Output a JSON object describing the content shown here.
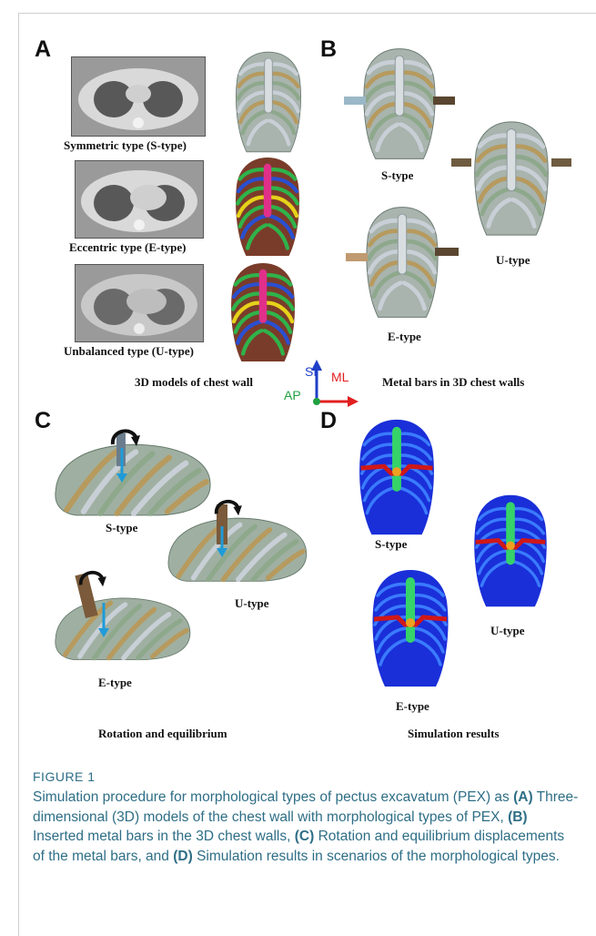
{
  "panels": {
    "A": {
      "letter": "A",
      "types": [
        "Symmetric type (S-type)",
        "Eccentric type (E-type)",
        "Unbalanced type (U-type)"
      ],
      "footer": "3D models of chest wall"
    },
    "B": {
      "letter": "B",
      "labels": {
        "s": "S-type",
        "u": "U-type",
        "e": "E-type"
      },
      "footer": "Metal bars in 3D chest walls"
    },
    "C": {
      "letter": "C",
      "labels": {
        "s": "S-type",
        "u": "U-type",
        "e": "E-type"
      },
      "footer": "Rotation and equilibrium"
    },
    "D": {
      "letter": "D",
      "labels": {
        "s": "S-type",
        "u": "U-type",
        "e": "E-type"
      },
      "footer": "Simulation results"
    }
  },
  "axes": {
    "si": "SI",
    "ml": "ML",
    "ap": "AP",
    "colors": {
      "si": "#1f3fc8",
      "ml": "#e02020",
      "ap": "#20a040"
    }
  },
  "caption": {
    "head": "FIGURE 1",
    "t1": "Simulation procedure for morphological types of pectus excavatum (PEX) as ",
    "a": "(A)",
    "t2": " Three-dimensional (3D) models of the chest wall with morphological types of PEX, ",
    "b": "(B)",
    "t3": " Inserted metal bars in the 3D chest walls, ",
    "c": "(C)",
    "t4": " Rotation and equilibrium displacements of the metal bars, and ",
    "d": "(D)",
    "t5": " Simulation results in scenarios of the morphological types."
  }
}
